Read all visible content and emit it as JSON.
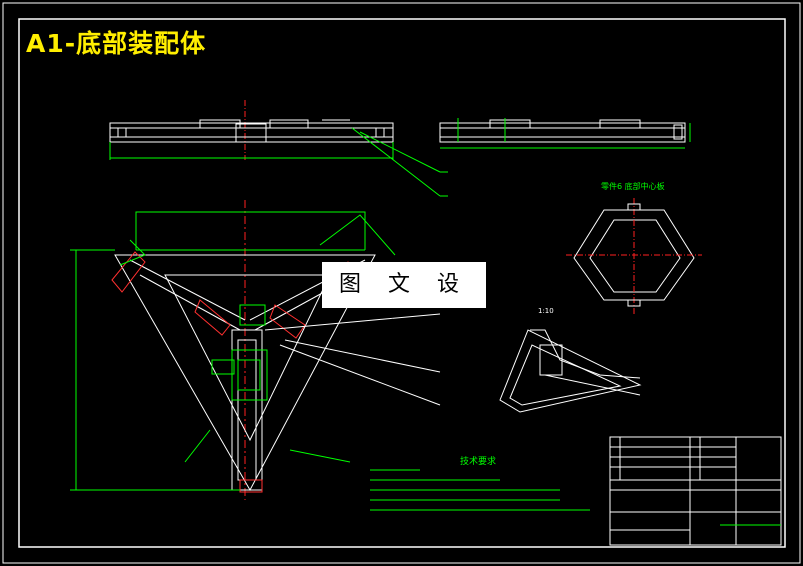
{
  "title": "A1-底部装配体",
  "watermark": "图 文 设 计",
  "part_label": "零件6 底部中心板",
  "tech_requirements_title": "技术要求",
  "iso_view_label": "1:10",
  "colors": {
    "background": "#000000",
    "line": "#ffffff",
    "dimension": "#00ff00",
    "title": "#ffee00",
    "centerline": "#ff2020",
    "hatch": "#ff3030",
    "leader": "#00ff00"
  }
}
